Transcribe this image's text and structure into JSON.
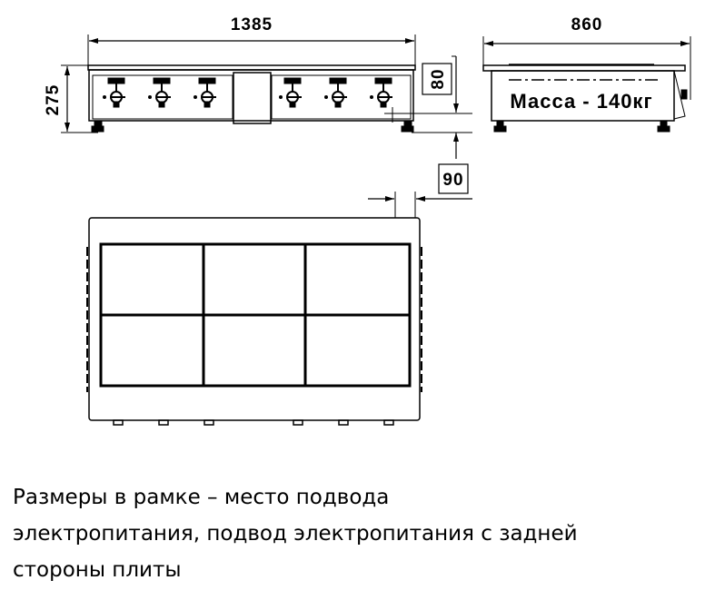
{
  "drawing": {
    "front_view": {
      "width_dim": "1385",
      "height_dim": "275",
      "knob_count": 6
    },
    "side_view": {
      "depth_dim": "860",
      "mass_label": "Масса - 140кг"
    },
    "connection_dims": {
      "vertical": "80",
      "horizontal": "90"
    },
    "top_view": {
      "hotplate_rows": 2,
      "hotplate_cols": 3
    }
  },
  "caption": {
    "lines": [
      "Размеры в рамке – место подвода",
      "электропитания, подвод электропитания с задней",
      "стороны плиты"
    ]
  }
}
